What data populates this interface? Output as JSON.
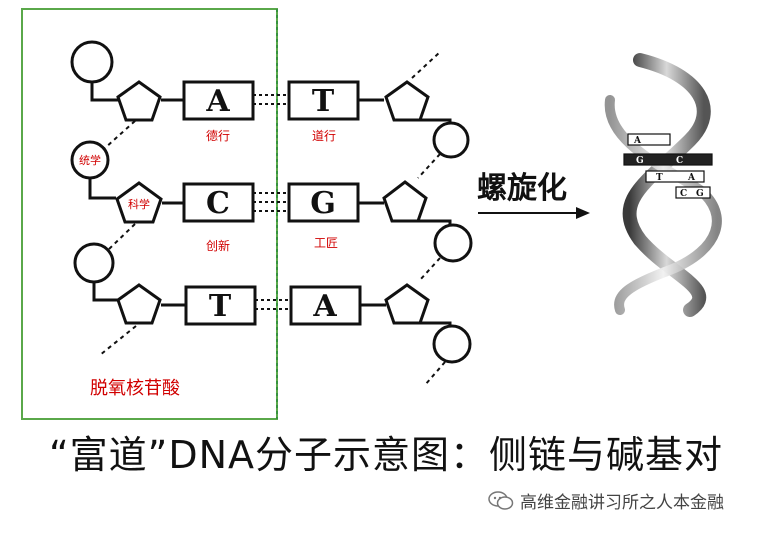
{
  "labels": {
    "base_a1": "A",
    "base_t1": "T",
    "base_c": "C",
    "base_g": "G",
    "base_t2": "T",
    "base_a2": "A",
    "virtue_conduct": "德行",
    "dao_conduct": "道行",
    "innovation": "创新",
    "craftsman": "工匠",
    "coordination": "统学",
    "science": "科学",
    "nucleotide": "脱氧核苷酸",
    "spiralize": "螺旋化"
  },
  "helix": {
    "bases": [
      "A",
      "G",
      "C",
      "T",
      "A",
      "C",
      "G"
    ]
  },
  "caption": "“富道”DNA分子示意图：侧链与碱基对",
  "watermark": "高维金融讲习所之人本金融",
  "colors": {
    "red": "#d10000",
    "box_green": "#5aa84a",
    "black": "#111111"
  }
}
